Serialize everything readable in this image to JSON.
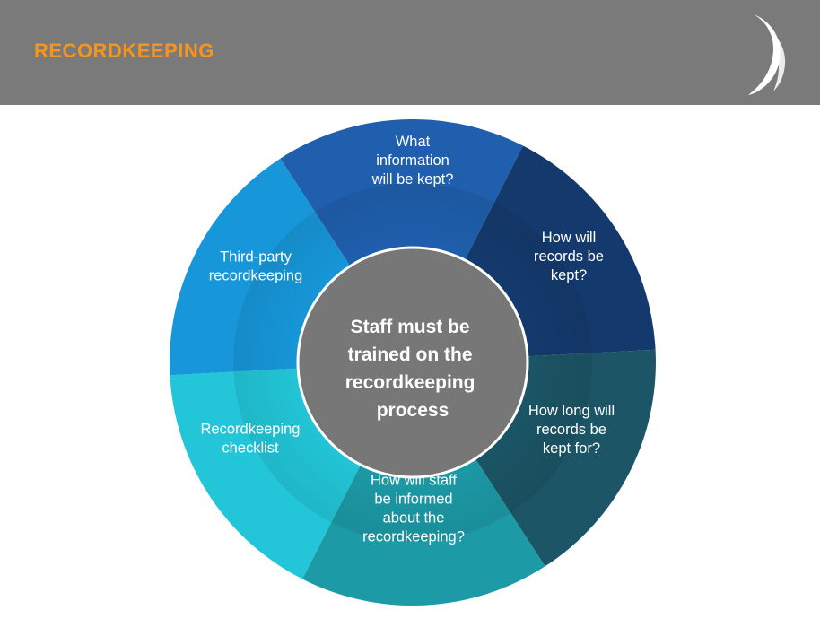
{
  "header": {
    "title": "RECORDKEEPING"
  },
  "diagram": {
    "center": {
      "lines": [
        "Staff must be",
        "trained on the",
        "recordkeeping",
        "process"
      ]
    },
    "segments": [
      {
        "id": "information",
        "lines": [
          "What",
          "information",
          "will be kept?"
        ],
        "color": "#1f5fae"
      },
      {
        "id": "how-kept",
        "lines": [
          "How will",
          "records be",
          "kept?"
        ],
        "color": "#143a6d"
      },
      {
        "id": "how-long",
        "lines": [
          "How long will",
          "records be",
          "kept for?"
        ],
        "color": "#1b5566"
      },
      {
        "id": "staff-informed",
        "lines": [
          "How will staff",
          "be informed",
          "about the",
          "recordkeeping?"
        ],
        "color": "#1c9aa6"
      },
      {
        "id": "checklist",
        "lines": [
          "Recordkeeping",
          "checklist"
        ],
        "color": "#22c6d8"
      },
      {
        "id": "third-party",
        "lines": [
          "Third-party",
          "recordkeeping"
        ],
        "color": "#1797d9"
      }
    ],
    "colors": {
      "center": "#777777",
      "ring": "#ffffff"
    }
  }
}
